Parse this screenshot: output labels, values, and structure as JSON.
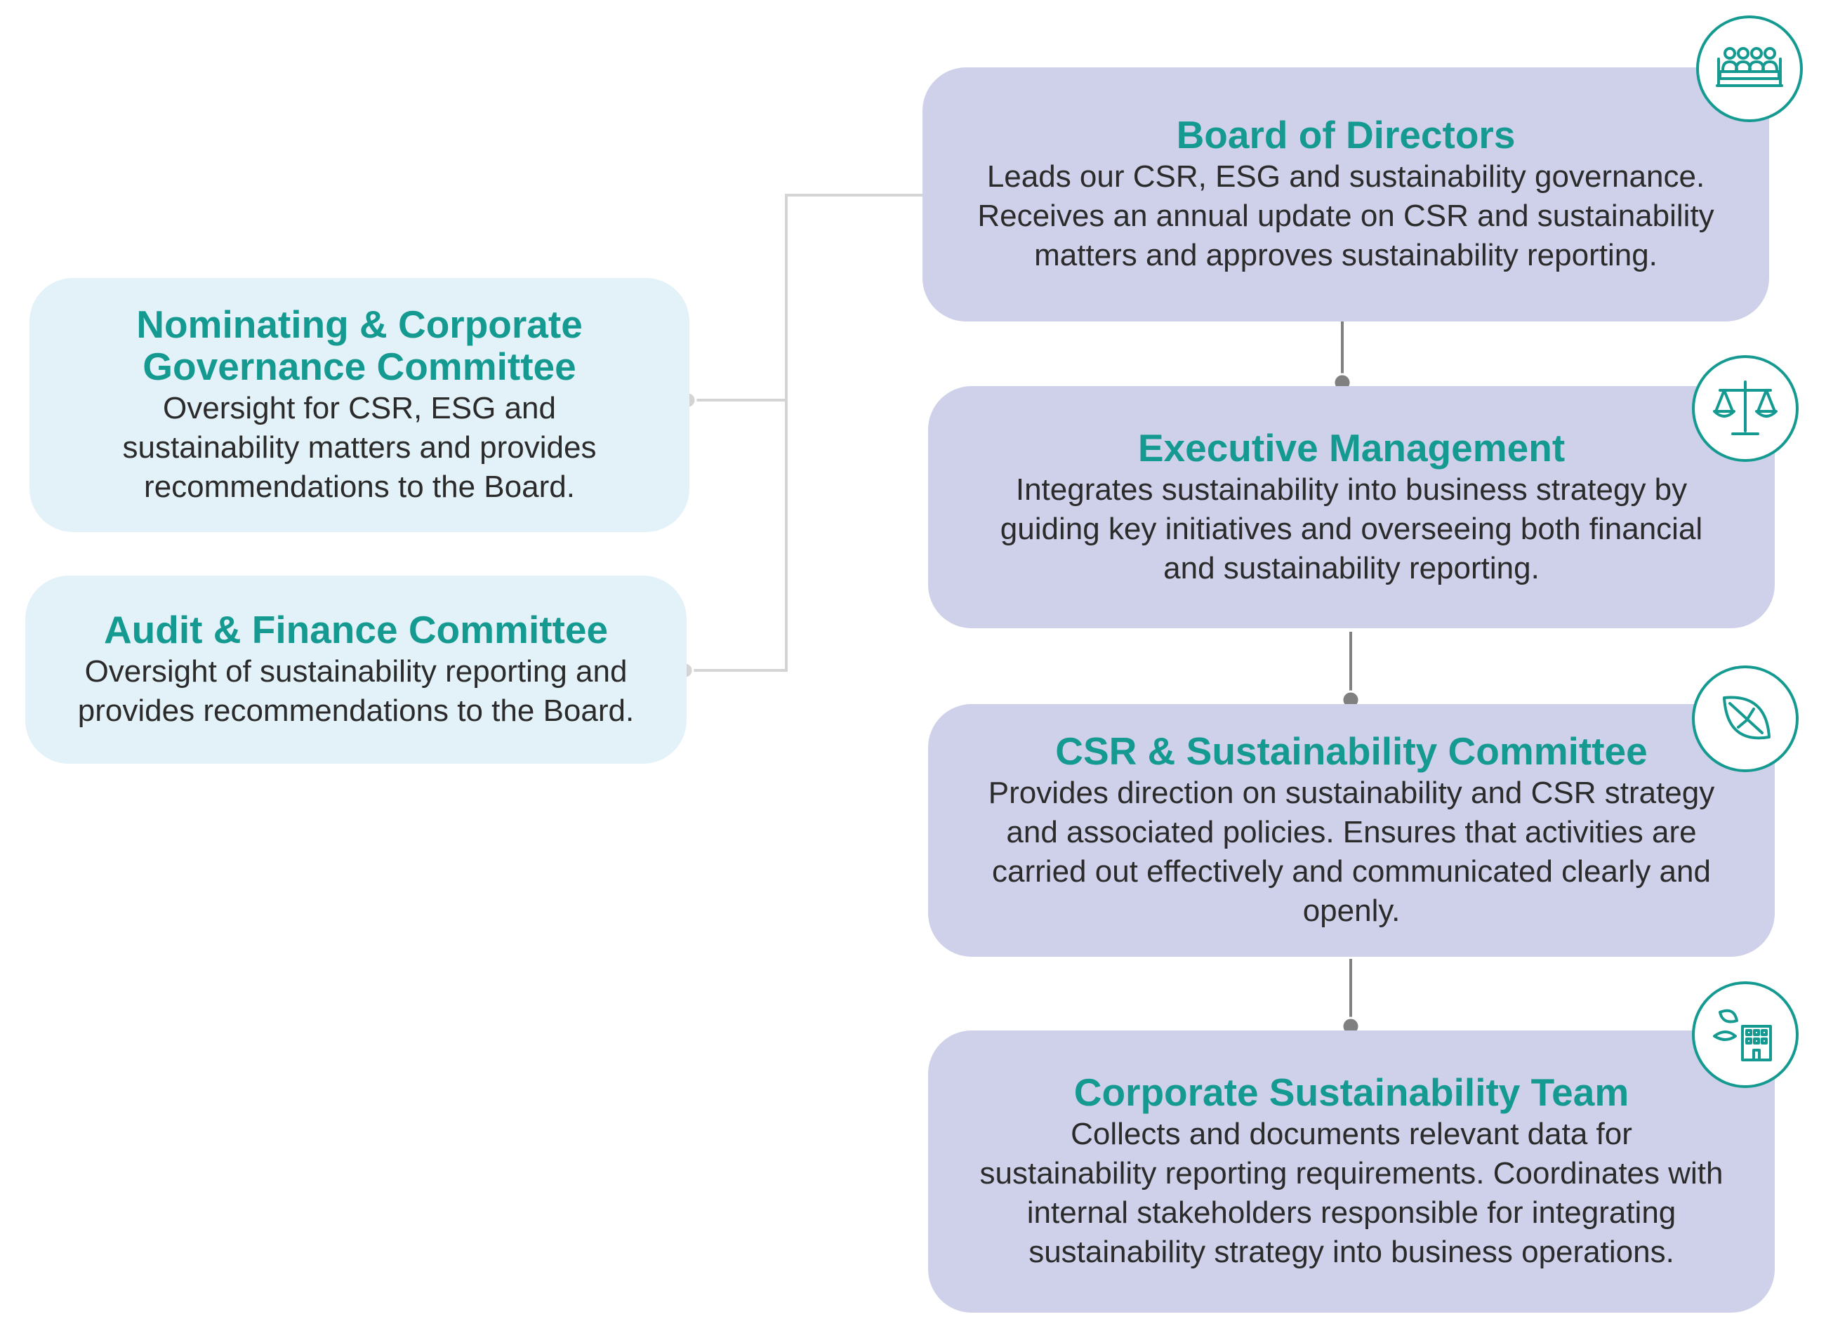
{
  "board": {
    "title": "Board of Directors",
    "description": "Leads our CSR, ESG and sustainability governance. Receives an annual update on CSR and sustainability matters and approves sustainability reporting.",
    "icon": "meeting-table-icon"
  },
  "nominating": {
    "title": "Nominating & Corporate Governance Committee",
    "description": "Oversight for CSR, ESG and sustainability matters and provides recommendations to the Board."
  },
  "audit": {
    "title": "Audit & Finance Committee",
    "description": "Oversight of sustainability reporting and provides recommendations to the Board."
  },
  "executive": {
    "title": "Executive Management",
    "description": "Integrates sustainability into business strategy by guiding key initiatives and overseeing both financial and sustainability reporting.",
    "icon": "balance-scale-icon"
  },
  "csr_committee": {
    "title": "CSR & Sustainability Committee",
    "description": "Provides direction on sustainability and CSR strategy and associated policies. Ensures that activities are carried out effectively and communicated clearly and openly.",
    "icon": "leaf-icon"
  },
  "sustainability_team": {
    "title": "Corporate Sustainability Team",
    "description": "Collects and documents relevant data for sustainability reporting requirements. Coordinates with internal stakeholders responsible for integrating sustainability strategy into business operations.",
    "icon": "building-leaf-icon"
  },
  "colors": {
    "title_teal": "#149a90",
    "purple_box": "#cfd0e9",
    "light_box": "#e3f1f8",
    "connector_gray": "#d4d4d4",
    "connector_dark": "#808080"
  }
}
